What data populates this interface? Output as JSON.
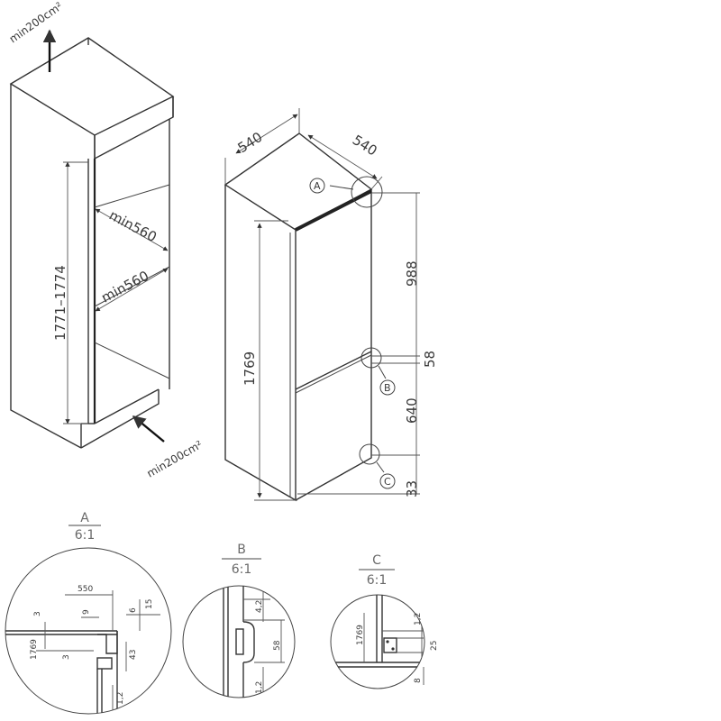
{
  "niche": {
    "vent_top": "min200cm²",
    "vent_bottom": "min200cm²",
    "height": "1771–1774",
    "width_upper": "min560",
    "width_lower": "min560"
  },
  "fridge": {
    "width": "540",
    "depth": "540",
    "height": "1769",
    "upper_door": "988",
    "gap": "58",
    "lower_door": "640",
    "base": "33",
    "callout_a": "A",
    "callout_b": "B",
    "callout_c": "C"
  },
  "details": [
    {
      "letter": "A",
      "scale": "6:1",
      "dims": {
        "d550": "550",
        "d15": "15",
        "d3a": "3",
        "d9": "9",
        "d6": "6",
        "d1769": "1769",
        "d3b": "3",
        "d43": "43",
        "d12": "1,2"
      }
    },
    {
      "letter": "B",
      "scale": "6:1",
      "dims": {
        "d42": "4,2",
        "d58": "58",
        "d12": "1,2"
      }
    },
    {
      "letter": "C",
      "scale": "6:1",
      "dims": {
        "d1769": "1769",
        "d12": "1,2",
        "d25": "25",
        "d8": "8"
      }
    }
  ]
}
